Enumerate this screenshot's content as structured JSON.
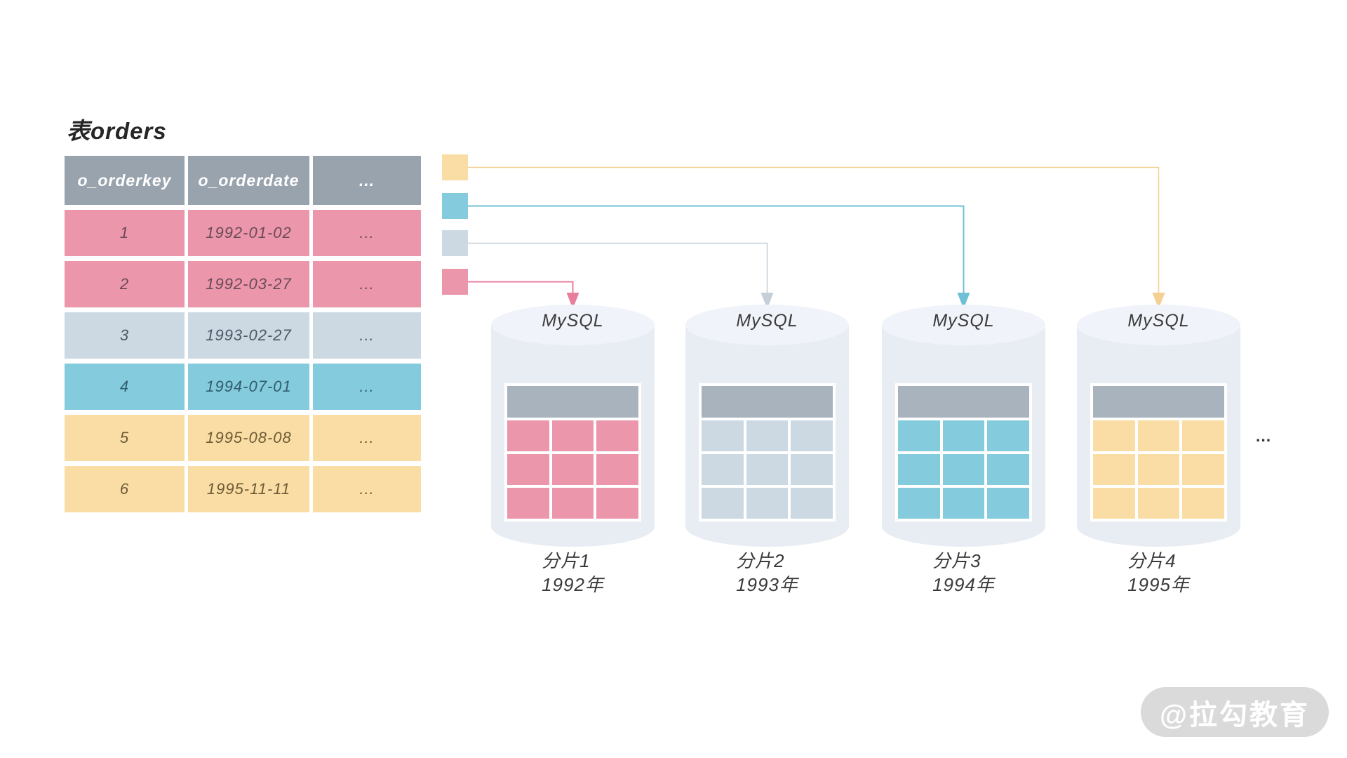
{
  "source_table": {
    "title": "表orders",
    "columns": [
      "o_orderkey",
      "o_orderdate",
      "..."
    ],
    "rows": [
      {
        "key": "1",
        "date": "1992-01-02",
        "more": "...",
        "shard": "pink"
      },
      {
        "key": "2",
        "date": "1992-03-27",
        "more": "...",
        "shard": "pink"
      },
      {
        "key": "3",
        "date": "1993-02-27",
        "more": "...",
        "shard": "gray"
      },
      {
        "key": "4",
        "date": "1994-07-01",
        "more": "...",
        "shard": "teal"
      },
      {
        "key": "5",
        "date": "1995-08-08",
        "more": "...",
        "shard": "yellow"
      },
      {
        "key": "6",
        "date": "1995-11-11",
        "more": "...",
        "shard": "yellow"
      }
    ]
  },
  "legend": [
    {
      "shard": "yellow",
      "points_to": "分片4"
    },
    {
      "shard": "teal",
      "points_to": "分片3"
    },
    {
      "shard": "gray",
      "points_to": "分片2"
    },
    {
      "shard": "pink",
      "points_to": "分片1"
    }
  ],
  "shards": [
    {
      "db": "MySQL",
      "name": "分片1",
      "year": "1992年",
      "shard": "pink"
    },
    {
      "db": "MySQL",
      "name": "分片2",
      "year": "1993年",
      "shard": "gray"
    },
    {
      "db": "MySQL",
      "name": "分片3",
      "year": "1994年",
      "shard": "teal"
    },
    {
      "db": "MySQL",
      "name": "分片4",
      "year": "1995年",
      "shard": "yellow"
    }
  ],
  "more_shards": "...",
  "watermark": {
    "text": "@拉勾教育"
  },
  "palette": {
    "header_bg": "#99a3ae",
    "header_text": "#ffffff",
    "shards": {
      "pink": {
        "fill": "#ec96ac",
        "text": "#684a56",
        "line": "#e77f9c"
      },
      "gray": {
        "fill": "#ccd9e3",
        "text": "#4b5866",
        "line": "#c6cfd8"
      },
      "teal": {
        "fill": "#84cbdd",
        "text": "#2f5d6b",
        "line": "#6fc0d6"
      },
      "yellow": {
        "fill": "#fadda4",
        "text": "#6d5b36",
        "line": "#f4d092"
      }
    },
    "cylinder_body": "#e8ecf3",
    "cylinder_top": "#f0f3f9",
    "mini_table_header": "#a9b3be",
    "watermark_bg": "#dadada",
    "watermark_text": "#ffffff",
    "title_text": "#262626",
    "mysql_text": "#3b3b3b"
  }
}
